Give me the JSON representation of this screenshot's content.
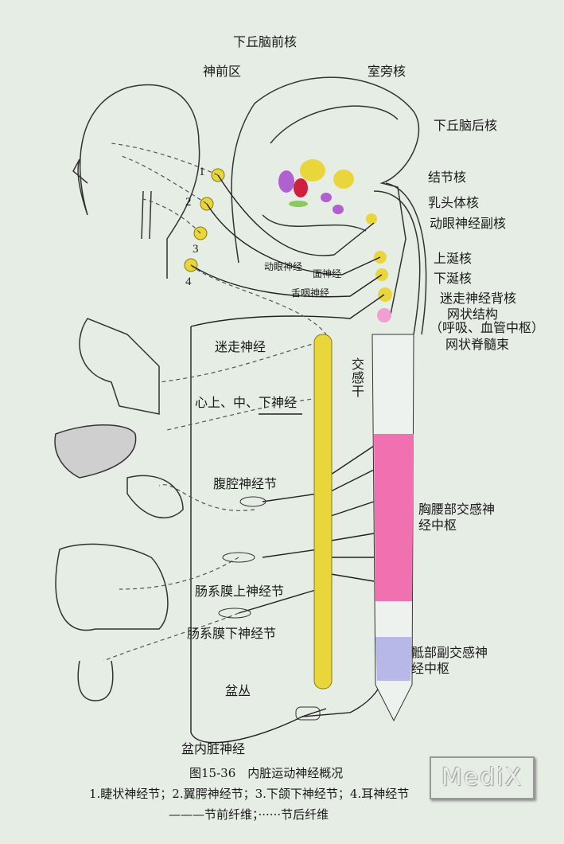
{
  "labels": {
    "ant_hypothalamic": "下丘脑前核",
    "preoptic": "神前区",
    "paraventricular": "室旁核",
    "post_hypothalamic": "下丘脑后核",
    "tuberal": "结节核",
    "mammillary": "乳头体核",
    "oculomotor_acc": "动眼神经副核",
    "sup_salivatory": "上涎核",
    "inf_salivatory": "下涎核",
    "vagus_dorsal": "迷走神经背核",
    "reticular": "网状结构",
    "reticular_sub": "（呼吸、血管中枢）",
    "reticulospinal": "网状脊髓束",
    "oculomotor_n": "动眼神经",
    "facial_n": "面神经",
    "glossopharyngeal_n": "舌咽神经",
    "vagus_n": "迷走神经",
    "symp_trunk": "交感干",
    "cardiac_n": "心上、中、下神经",
    "celiac": "腹腔神经节",
    "thoracolumbar": "胸腰部交感神经中枢",
    "sup_mesenteric": "肠系膜上神经节",
    "inf_mesenteric": "肠系膜下神经节",
    "sacral": "骶部副交感神经中枢",
    "pelvic_plexus": "盆丛",
    "pelvic_splanchnic": "盆内脏神经"
  },
  "ganglion_numbers": [
    "1",
    "2",
    "3",
    "4"
  ],
  "caption": {
    "title": "图15-36　内脏运动神经概况",
    "legend_numbers": "1.睫状神经节；2.翼腭神经节；3.下颌下神经节；4.耳神经节",
    "legend_lines": "———节前纤维；······节后纤维"
  },
  "watermark": "MediX",
  "colors": {
    "background": "#e5ede4",
    "ganglion": "#e8d63a",
    "thoracolumbar": "#f070b0",
    "sacral": "#b8b8e8",
    "nucleus_purple": "#b060d0",
    "nucleus_red": "#d02040"
  }
}
